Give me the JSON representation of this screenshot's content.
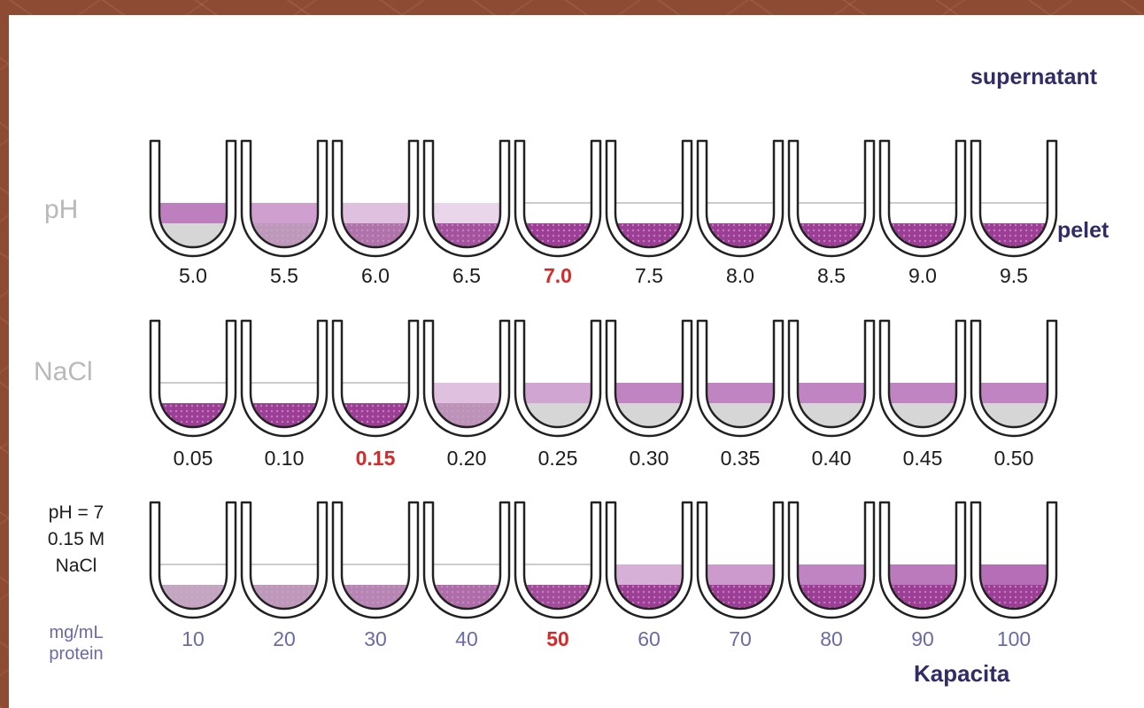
{
  "labels": {
    "supernatant": "supernatant",
    "pelet": "pelet",
    "kapacita": "Kapacita"
  },
  "rows": [
    {
      "id": "ph",
      "label_lines": [
        "pH"
      ],
      "values": [
        "5.0",
        "5.5",
        "6.0",
        "6.5",
        "7.0",
        "7.5",
        "8.0",
        "8.5",
        "9.0",
        "9.5"
      ],
      "highlight_index": 4,
      "supernatant_level": [
        0.85,
        0.55,
        0.25,
        0.05,
        0,
        0,
        0,
        0,
        0,
        0
      ],
      "pellet_level": [
        0,
        0.3,
        0.6,
        0.85,
        1,
        1,
        1,
        1,
        1,
        1
      ]
    },
    {
      "id": "nacl",
      "label_lines": [
        "NaCl"
      ],
      "values": [
        "0.05",
        "0.10",
        "0.15",
        "0.20",
        "0.25",
        "0.30",
        "0.35",
        "0.40",
        "0.45",
        "0.50"
      ],
      "highlight_index": 2,
      "supernatant_level": [
        0,
        0,
        0,
        0.25,
        0.5,
        0.8,
        0.8,
        0.8,
        0.8,
        0.8
      ],
      "pellet_level": [
        1,
        1,
        1,
        0.35,
        0,
        0,
        0,
        0,
        0,
        0
      ]
    },
    {
      "id": "capacity",
      "label_lines": [
        "pH = 7",
        "0.15 M",
        "NaCl"
      ],
      "unit_lines": [
        "mg/mL",
        "protein"
      ],
      "values": [
        "10",
        "20",
        "30",
        "40",
        "50",
        "60",
        "70",
        "80",
        "90",
        "100"
      ],
      "highlight_index": 4,
      "supernatant_level": [
        0,
        0,
        0,
        0,
        0,
        0.4,
        0.6,
        0.8,
        0.9,
        1
      ],
      "pellet_level": [
        0.2,
        0.3,
        0.45,
        0.65,
        0.9,
        1,
        1,
        1,
        1,
        1
      ]
    }
  ],
  "colors": {
    "supernatant": "#b66fb7",
    "pellet": "#9c3e95",
    "empty_gray": "#d6d6d6",
    "well_outline": "#222222",
    "highlight": "#d42a2a",
    "value_text": "#1c1c1c",
    "capacity_text": "#6a6aa8",
    "side_label": "#2f2c66"
  }
}
